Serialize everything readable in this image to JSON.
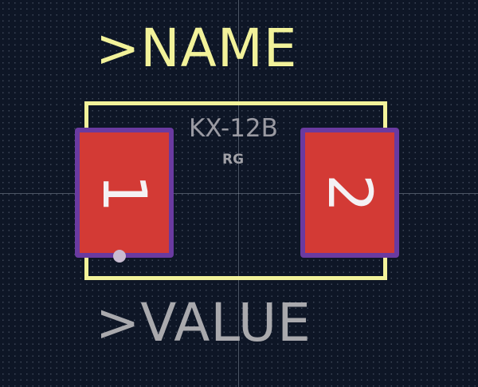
{
  "footprint": {
    "name_field": ">NAME",
    "value_field": ">VALUE",
    "part_number": "KX-12B",
    "reference": "RG",
    "pads": [
      {
        "number": "1"
      },
      {
        "number": "2"
      }
    ]
  },
  "colors": {
    "background": "#0e1626",
    "silkscreen": "#f2f29a",
    "pad_fill": "#d33a35",
    "pad_outline": "#6a3aa0",
    "fab_text": "#a9a9ad"
  }
}
